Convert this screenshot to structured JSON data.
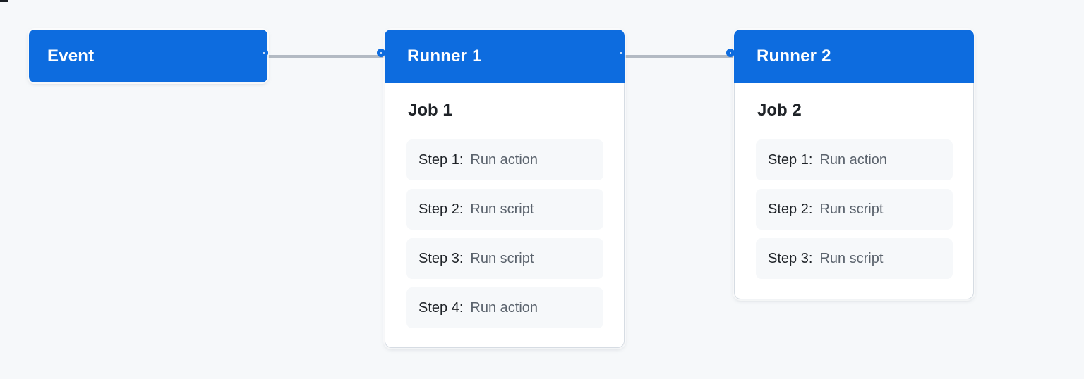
{
  "diagram": {
    "background": "#f6f8fa",
    "accent_blue": "#0d6cdf",
    "connector_color": "#b3bac3",
    "card_background": "#ffffff",
    "step_pill_background": "#f6f8fa",
    "event_node": {
      "label": "Event"
    },
    "runners": [
      {
        "title": "Runner 1",
        "job": {
          "title": "Job 1",
          "steps": [
            {
              "label": "Step 1:",
              "value": "Run action"
            },
            {
              "label": "Step 2:",
              "value": "Run script"
            },
            {
              "label": "Step 3:",
              "value": "Run script"
            },
            {
              "label": "Step 4:",
              "value": "Run action"
            }
          ]
        }
      },
      {
        "title": "Runner 2",
        "job": {
          "title": "Job 2",
          "steps": [
            {
              "label": "Step 1:",
              "value": "Run action"
            },
            {
              "label": "Step 2:",
              "value": "Run script"
            },
            {
              "label": "Step 3:",
              "value": "Run script"
            }
          ]
        }
      }
    ]
  }
}
